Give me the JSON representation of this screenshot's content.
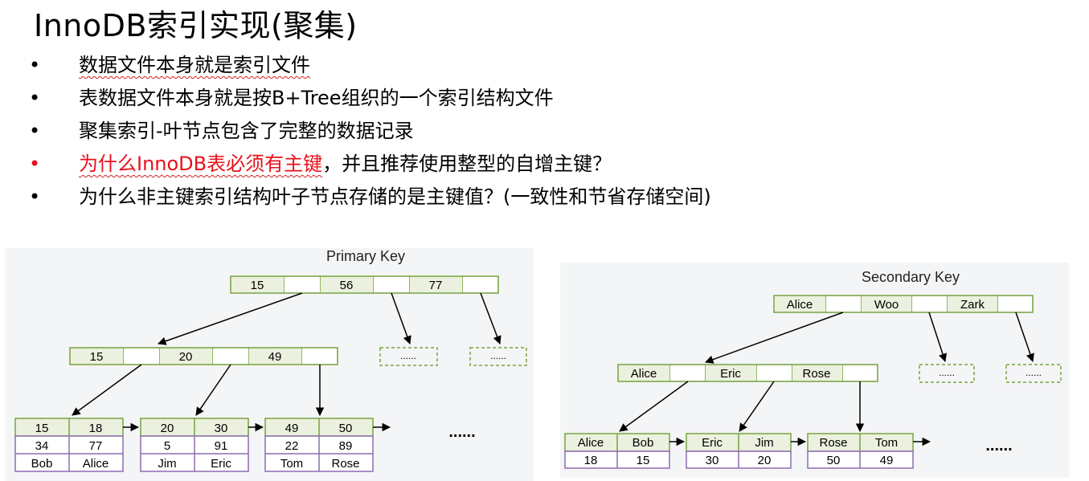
{
  "title": "InnoDB索引实现(聚集)",
  "bullets": [
    {
      "marker": "•",
      "text": "数据文件本身就是索引文件",
      "color": "#000000",
      "squiggle": true
    },
    {
      "marker": "•",
      "text": "表数据文件本身就是按B+Tree组织的一个索引结构文件",
      "color": "#000000",
      "squiggle": false
    },
    {
      "marker": "•",
      "text": "聚集索引-叶节点包含了完整的数据记录",
      "color": "#000000",
      "squiggle": false
    },
    {
      "marker": "•",
      "text_red": "为什么InnoDB表必须有主键",
      "text_rest": "，并且推荐使用整型的自增主键？",
      "color": "#e8101a"
    },
    {
      "marker": "•",
      "text": "为什么非主键索引结构叶子节点存储的是主键值？(一致性和节省存储空间)",
      "color": "#000000",
      "squiggle": false
    }
  ],
  "diagrams": {
    "primary": {
      "label": "Primary Key",
      "root": [
        "15",
        "",
        "56",
        "",
        "77",
        ""
      ],
      "internal": [
        "15",
        "",
        "20",
        "",
        "49",
        ""
      ],
      "placeholder": "......",
      "leaves": [
        {
          "keys": [
            "15",
            "18"
          ],
          "vals": [
            "34",
            "77"
          ],
          "names": [
            "Bob",
            "Alice"
          ]
        },
        {
          "keys": [
            "20",
            "30"
          ],
          "vals": [
            "5",
            "91"
          ],
          "names": [
            "Jim",
            "Eric"
          ]
        },
        {
          "keys": [
            "49",
            "50"
          ],
          "vals": [
            "22",
            "89"
          ],
          "names": [
            "Tom",
            "Rose"
          ]
        }
      ],
      "ellipsis": "......"
    },
    "secondary": {
      "label": "Secondary Key",
      "root": [
        "Alice",
        "",
        "Woo",
        "",
        "Zark",
        ""
      ],
      "internal": [
        "Alice",
        "",
        "Eric",
        "",
        "Rose",
        ""
      ],
      "placeholder": "......",
      "leaves": [
        {
          "keys": [
            "Alice",
            "Bob"
          ],
          "vals": [
            "18",
            "15"
          ]
        },
        {
          "keys": [
            "Eric",
            "Jim"
          ],
          "vals": [
            "30",
            "20"
          ]
        },
        {
          "keys": [
            "Rose",
            "Tom"
          ],
          "vals": [
            "50",
            "49"
          ]
        }
      ],
      "ellipsis": "......"
    }
  },
  "colors": {
    "node_fill": "#ebf1de",
    "node_stroke": "#77a340",
    "row_fill": "#ffffff",
    "row_stroke": "#8e6cb0",
    "panel_bg": "#f4f5f6",
    "red_text": "#e8101a"
  }
}
